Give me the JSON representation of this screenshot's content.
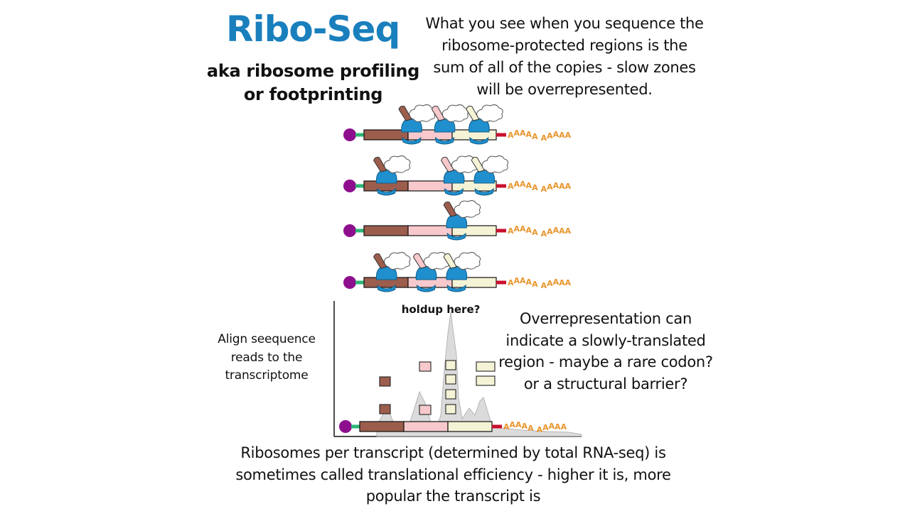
{
  "title": "Ribo-Seq",
  "subtitle_lines": [
    "aka ribosome profiling",
    "or footprinting"
  ],
  "top_note": "What you see when you sequence the ribosome-protected regions is the sum of all of the copies - slow zones will be overrepresented.",
  "align_note": "Align seequence reads to the transcriptome",
  "holdup_label": "holdup here?",
  "overrep_note": "Overrepresentation can indicate a slowly-translated region - maybe a rare codon? or a structural barrier?",
  "bottom_note": "Ribosomes per transcript (determined by total RNA-seq) is sometimes called translational efficiency - higher it is, more popular the transcript is",
  "polya_label": "AAAAAAAAAA",
  "colors": {
    "title": "#1a7fbd",
    "cap": "#8e0f8e",
    "utr5": "#2bb673",
    "region1": "#9c5d4d",
    "region2": "#f7c9cc",
    "region3": "#f5f3d6",
    "utr3": "#c8102e",
    "polya": "#e8962e",
    "ribosome": "#1f8fce",
    "coverage": "#c8c8c8"
  },
  "transcripts": [
    {
      "ribosome_positions": [
        0.36,
        0.61,
        0.87
      ]
    },
    {
      "ribosome_positions": [
        0.17,
        0.68,
        0.91
      ]
    },
    {
      "ribosome_positions": [
        0.7
      ]
    },
    {
      "ribosome_positions": [
        0.17,
        0.47,
        0.7
      ]
    }
  ]
}
